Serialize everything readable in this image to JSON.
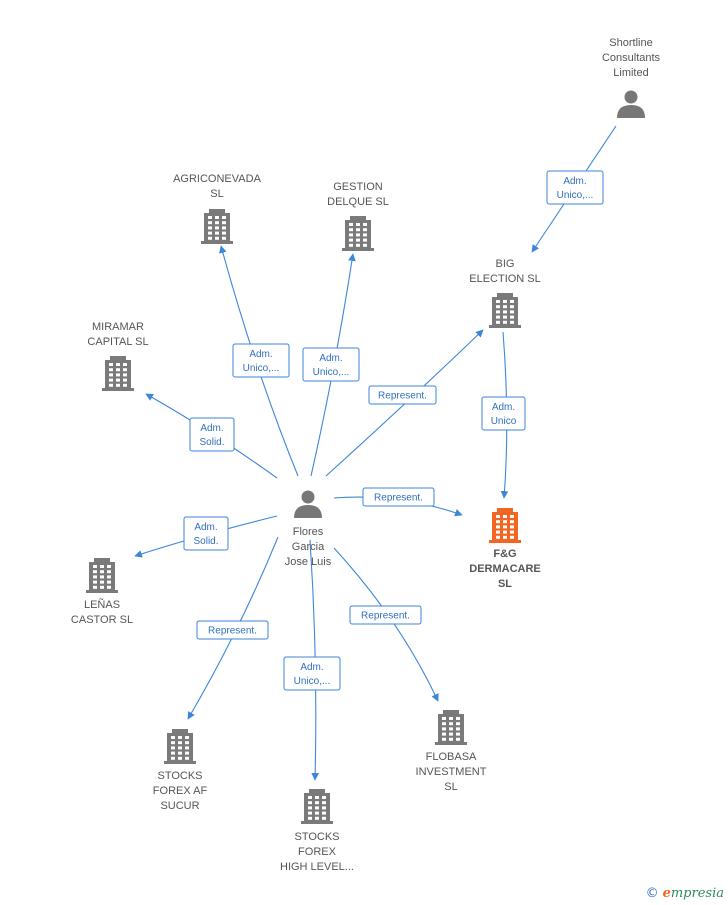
{
  "colors": {
    "edge": "#3d86d8",
    "building": "#7a7a7a",
    "focus_building": "#f26522",
    "person": "#777777"
  },
  "nodes": [
    {
      "id": "shortline",
      "type": "person",
      "lines": [
        "Shortline",
        "Consultants",
        "Limited"
      ]
    },
    {
      "id": "agriconevada",
      "type": "company",
      "lines": [
        "AGRICONEVADA",
        "SL"
      ]
    },
    {
      "id": "gestion",
      "type": "company",
      "lines": [
        "GESTION",
        "DELQUE SL"
      ]
    },
    {
      "id": "big",
      "type": "company",
      "lines": [
        "BIG",
        "ELECTION  SL"
      ]
    },
    {
      "id": "miramar",
      "type": "company",
      "lines": [
        "MIRAMAR",
        "CAPITAL SL"
      ]
    },
    {
      "id": "flores",
      "type": "person",
      "lines": [
        "Flores",
        "Garcia",
        "Jose Luis"
      ]
    },
    {
      "id": "fg",
      "type": "company",
      "focus": true,
      "lines": [
        "F&G",
        "DERMACARE",
        "SL"
      ]
    },
    {
      "id": "lenas",
      "type": "company",
      "lines": [
        "LEÑAS",
        "CASTOR  SL"
      ]
    },
    {
      "id": "stocks_af",
      "type": "company",
      "lines": [
        "STOCKS",
        "FOREX AF",
        "SUCUR"
      ]
    },
    {
      "id": "stocks_hl",
      "type": "company",
      "lines": [
        "STOCKS",
        "FOREX",
        "HIGH LEVEL..."
      ]
    },
    {
      "id": "flobasa",
      "type": "company",
      "lines": [
        "FLOBASA",
        "INVESTMENT",
        "SL"
      ]
    }
  ],
  "edges": [
    {
      "from": "shortline",
      "to": "big",
      "label": [
        "Adm.",
        "Unico,..."
      ]
    },
    {
      "from": "flores",
      "to": "agriconevada",
      "label": [
        "Adm.",
        "Unico,..."
      ]
    },
    {
      "from": "flores",
      "to": "gestion",
      "label": [
        "Adm.",
        "Unico,..."
      ]
    },
    {
      "from": "flores",
      "to": "big",
      "label": [
        "Represent."
      ]
    },
    {
      "from": "flores",
      "to": "miramar",
      "label": [
        "Adm.",
        "Solid."
      ]
    },
    {
      "from": "big",
      "to": "fg",
      "label": [
        "Adm.",
        "Unico"
      ]
    },
    {
      "from": "flores",
      "to": "fg",
      "label": [
        "Represent."
      ]
    },
    {
      "from": "flores",
      "to": "lenas",
      "label": [
        "Adm.",
        "Solid."
      ]
    },
    {
      "from": "flores",
      "to": "stocks_af",
      "label": [
        "Represent."
      ]
    },
    {
      "from": "flores",
      "to": "stocks_hl",
      "label": [
        "Adm.",
        "Unico,..."
      ]
    },
    {
      "from": "flores",
      "to": "flobasa",
      "label": [
        "Represent."
      ]
    }
  ],
  "footer": {
    "copyright": "©",
    "brand_initial": "e",
    "brand_rest": "mpresia"
  }
}
